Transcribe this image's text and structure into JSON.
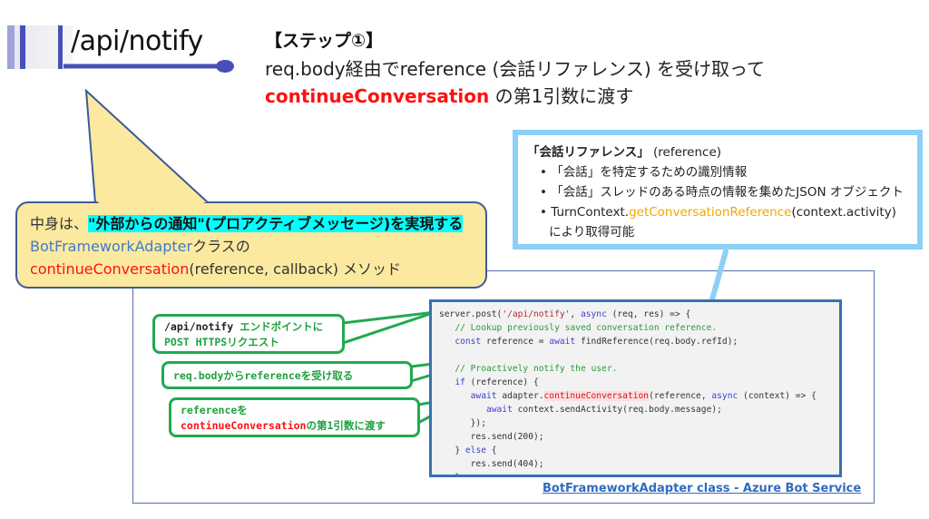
{
  "header": {
    "title": "/api/notify",
    "step": "【ステップ①】",
    "line2": "req.body経由でreference (会話リファレンス) を受け取って",
    "line3_red": "continueConversation",
    "line3_rest": " の第1引数に渡す"
  },
  "callout": {
    "pre": "中身は、",
    "highlight": "\"外部からの通知\"(プロアクティブメッセージ)を実現する",
    "class_name": "BotFrameworkAdapter",
    "class_suffix": "クラスの",
    "method": "continueConversation",
    "method_suffix": "(reference, callback) メソッド"
  },
  "reference_box": {
    "title": "「会話リファレンス」",
    "title_suffix": " (reference)",
    "items": [
      "「会話」を特定するための識別情報",
      "「会話」スレッドのある時点の情報を集めたJSON オブジェクト"
    ],
    "item3_pre": "TurnContext.",
    "item3_fn": "getConversationReference",
    "item3_post": "(context.activity)",
    "item3_line2": "により取得可能"
  },
  "code": {
    "lines": [
      "server.post(",
      "'/api/notify'",
      ", ",
      "async",
      " (req, res) => {",
      "// Lookup previously saved conversation reference.",
      "const",
      " reference = ",
      "await",
      " findReference(req.body.refId);",
      "// Proactively notify the user.",
      "if",
      " (reference) {",
      "await",
      " adapter.",
      "continueConversation",
      "(reference, ",
      "async",
      " (context) => {",
      "await",
      " context.sendActivity(req.body.message);",
      "});",
      "res.send(200);",
      "} ",
      "else",
      " {",
      "res.send(404);",
      "}"
    ]
  },
  "link": "BotFrameworkAdapter class - Azure Bot Service",
  "notes": {
    "n1_a": "/api/notify",
    "n1_b": " エンドポイントに",
    "n1_c": "POST HTTPSリクエスト",
    "n2": "req.bodyからreferenceを受け取る",
    "n3_a": "referenceを",
    "n3_red": "continueConversation",
    "n3_b": "の第1引数に渡す"
  },
  "colors": {
    "accent": "#4850b8",
    "red": "#ff1010",
    "green": "#20aa50",
    "light_blue": "#8cd0f8",
    "yellow": "#fce9a0"
  }
}
